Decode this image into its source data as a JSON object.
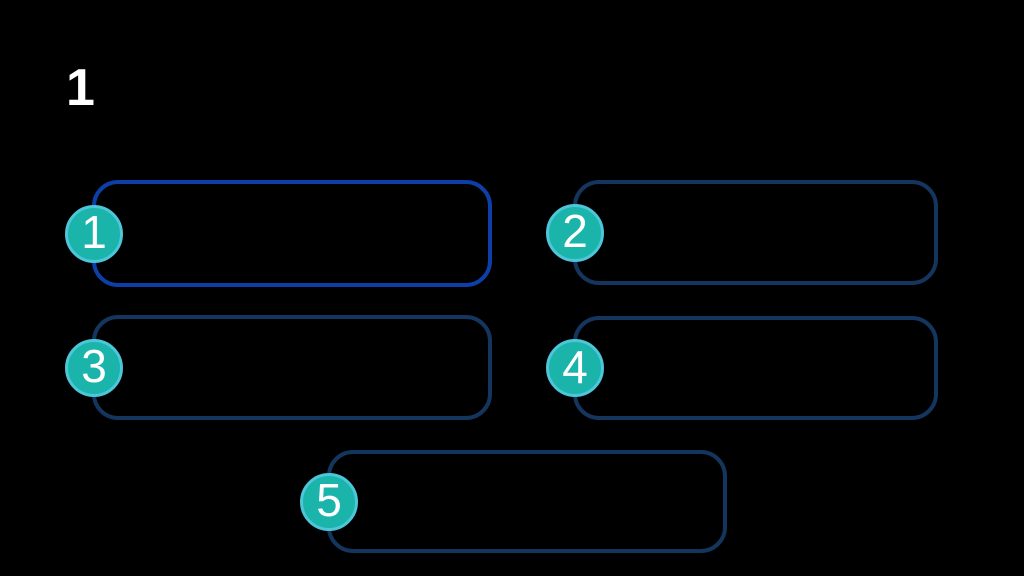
{
  "slide": {
    "number_label": "1"
  },
  "steps": [
    {
      "number": "1",
      "variant": "bright"
    },
    {
      "number": "2",
      "variant": "dark"
    },
    {
      "number": "3",
      "variant": "dark"
    },
    {
      "number": "4",
      "variant": "dark"
    },
    {
      "number": "5",
      "variant": "dark"
    }
  ],
  "colors": {
    "background": "#000000",
    "box_border_bright": "#0d3fa9",
    "box_border_dark": "#14365e",
    "circle_fill": "#1bb4ab",
    "circle_ring": "#4cc6d8",
    "number_text": "#ffffff",
    "title_text": "#ffffff"
  }
}
